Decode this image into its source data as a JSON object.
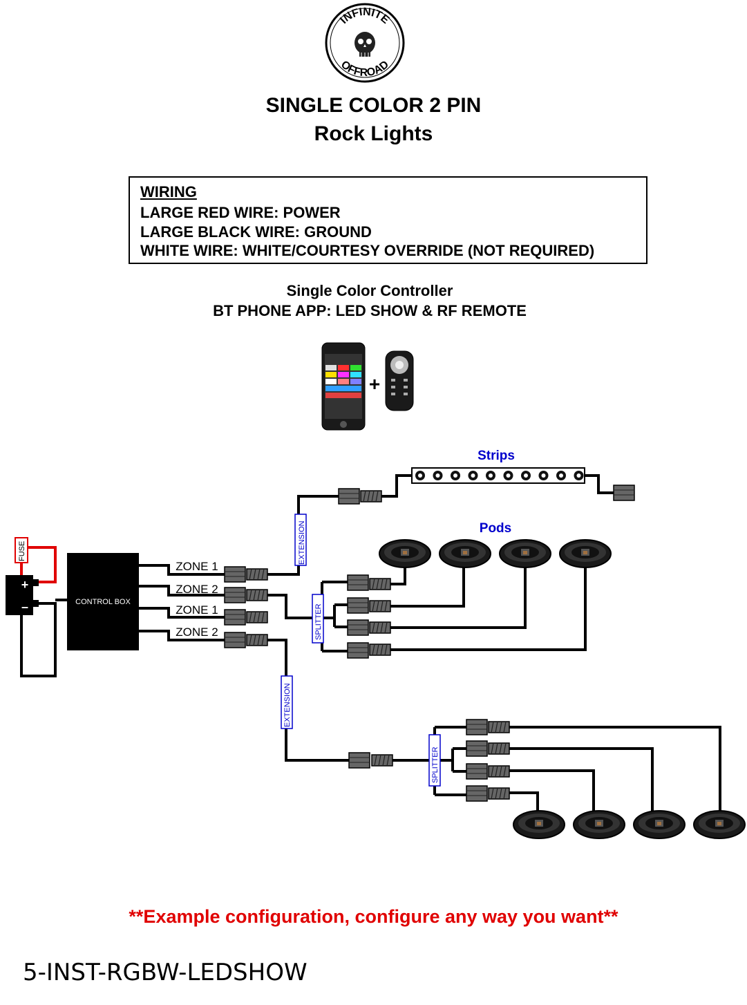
{
  "logo": {
    "top_text": "INFINITE",
    "bottom_text": "OFFROAD",
    "icon": "skull-icon"
  },
  "header": {
    "title": "SINGLE COLOR 2 PIN",
    "subtitle": "Rock Lights"
  },
  "wiring": {
    "heading": "WIRING",
    "lines": [
      "LARGE RED WIRE: POWER",
      "LARGE BLACK WIRE: GROUND",
      "WHITE WIRE: WHITE/COURTESY OVERRIDE (NOT REQUIRED)"
    ]
  },
  "controller": {
    "line1": "Single Color Controller",
    "line2": "BT PHONE APP: LED SHOW & RF REMOTE",
    "plus": "+",
    "phone_icon": "smartphone-icon",
    "remote_icon": "rf-remote-icon"
  },
  "diagram": {
    "fuse": "FUSE",
    "plus": "+",
    "minus": "–",
    "control_box": "CONTROL BOX",
    "zones": [
      "ZONE 1",
      "ZONE 2",
      "ZONE 1",
      "ZONE 2"
    ],
    "extension": "EXTENSION",
    "splitter": "SPLITTER",
    "strips_label": "Strips",
    "pods_label": "Pods",
    "label_color": "#0000cc",
    "power_color": "#e00000"
  },
  "footer": {
    "note": "**Example configuration, configure any way you want**",
    "doc_id": "5-INST-RGBW-LEDSHOW"
  }
}
